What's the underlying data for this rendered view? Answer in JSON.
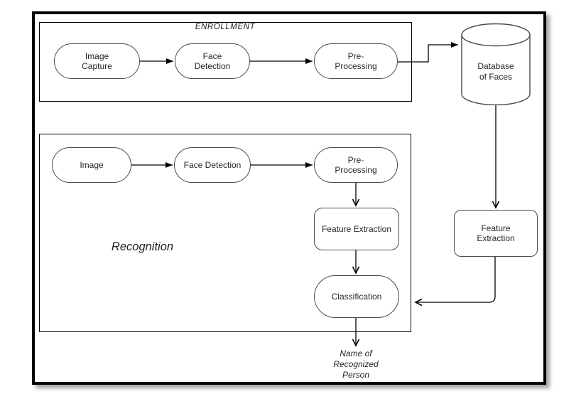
{
  "colors": {
    "frame": "#000000",
    "group_border": "#000000",
    "node_border": "#4a4a4a",
    "connector": "#000000",
    "text": "#262626",
    "background": "#ffffff"
  },
  "enrollment": {
    "label": "ENROLLMENT",
    "nodes": {
      "image_capture": "Image\nCapture",
      "face_detection": "Face\nDetection",
      "pre_processing": "Pre-\nProcessing"
    }
  },
  "recognition": {
    "label": "Recognition",
    "nodes": {
      "image": "Image",
      "face_detection": "Face Detection",
      "pre_processing": "Pre-\nProcessing",
      "feature_extraction": "Feature Extraction",
      "classification": "Classification"
    }
  },
  "database": {
    "label": "Database\nof Faces"
  },
  "matcher": {
    "label": "Feature\nExtraction"
  },
  "output": {
    "label": "Name of\nRecognized\nPerson"
  }
}
